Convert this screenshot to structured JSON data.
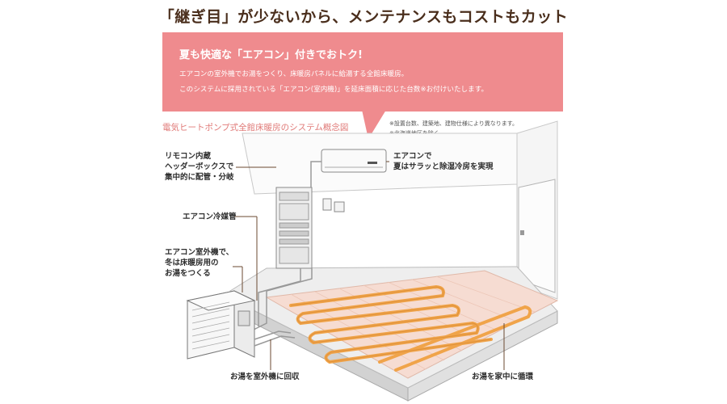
{
  "headline": "「継ぎ目」が少ないから、メンテナンスもコストもカット",
  "callout": {
    "heading": "夏も快適な「エアコン」付きでおトク!",
    "line1": "エアコンの室外機でお湯をつくり、床暖房パネルに給湯する全館床暖房。",
    "line2": "このシステムに採用されている「エアコン(室内機)」を延床面積に応じた台数※お付けいたします。"
  },
  "diagram_caption": "電気ヒートポンプ式全館床暖房のシステム概念図",
  "notes": [
    "※設置台数、建築地、建物仕様により異なります。",
    "※北海道地区を除く。"
  ],
  "labels": {
    "header_box": [
      "リモコン内蔵",
      "ヘッダーボックスで",
      "集中的に配管・分岐"
    ],
    "refrigerant_pipe": "エアコン冷媒管",
    "outdoor_unit": [
      "エアコン室外機で、",
      "冬は床暖房用の",
      "お湯をつくる"
    ],
    "indoor_ac": [
      "エアコンで",
      "夏はサラッと除湿冷房を実現"
    ],
    "return_water": "お湯を室外機に回収",
    "circulate": "お湯を家中に循環"
  },
  "colors": {
    "callout_bg": "#ef8b8e",
    "heating_pipe": "#f0a44a",
    "floor": "#f6dcd2",
    "leader_line": "#6b4a32"
  }
}
